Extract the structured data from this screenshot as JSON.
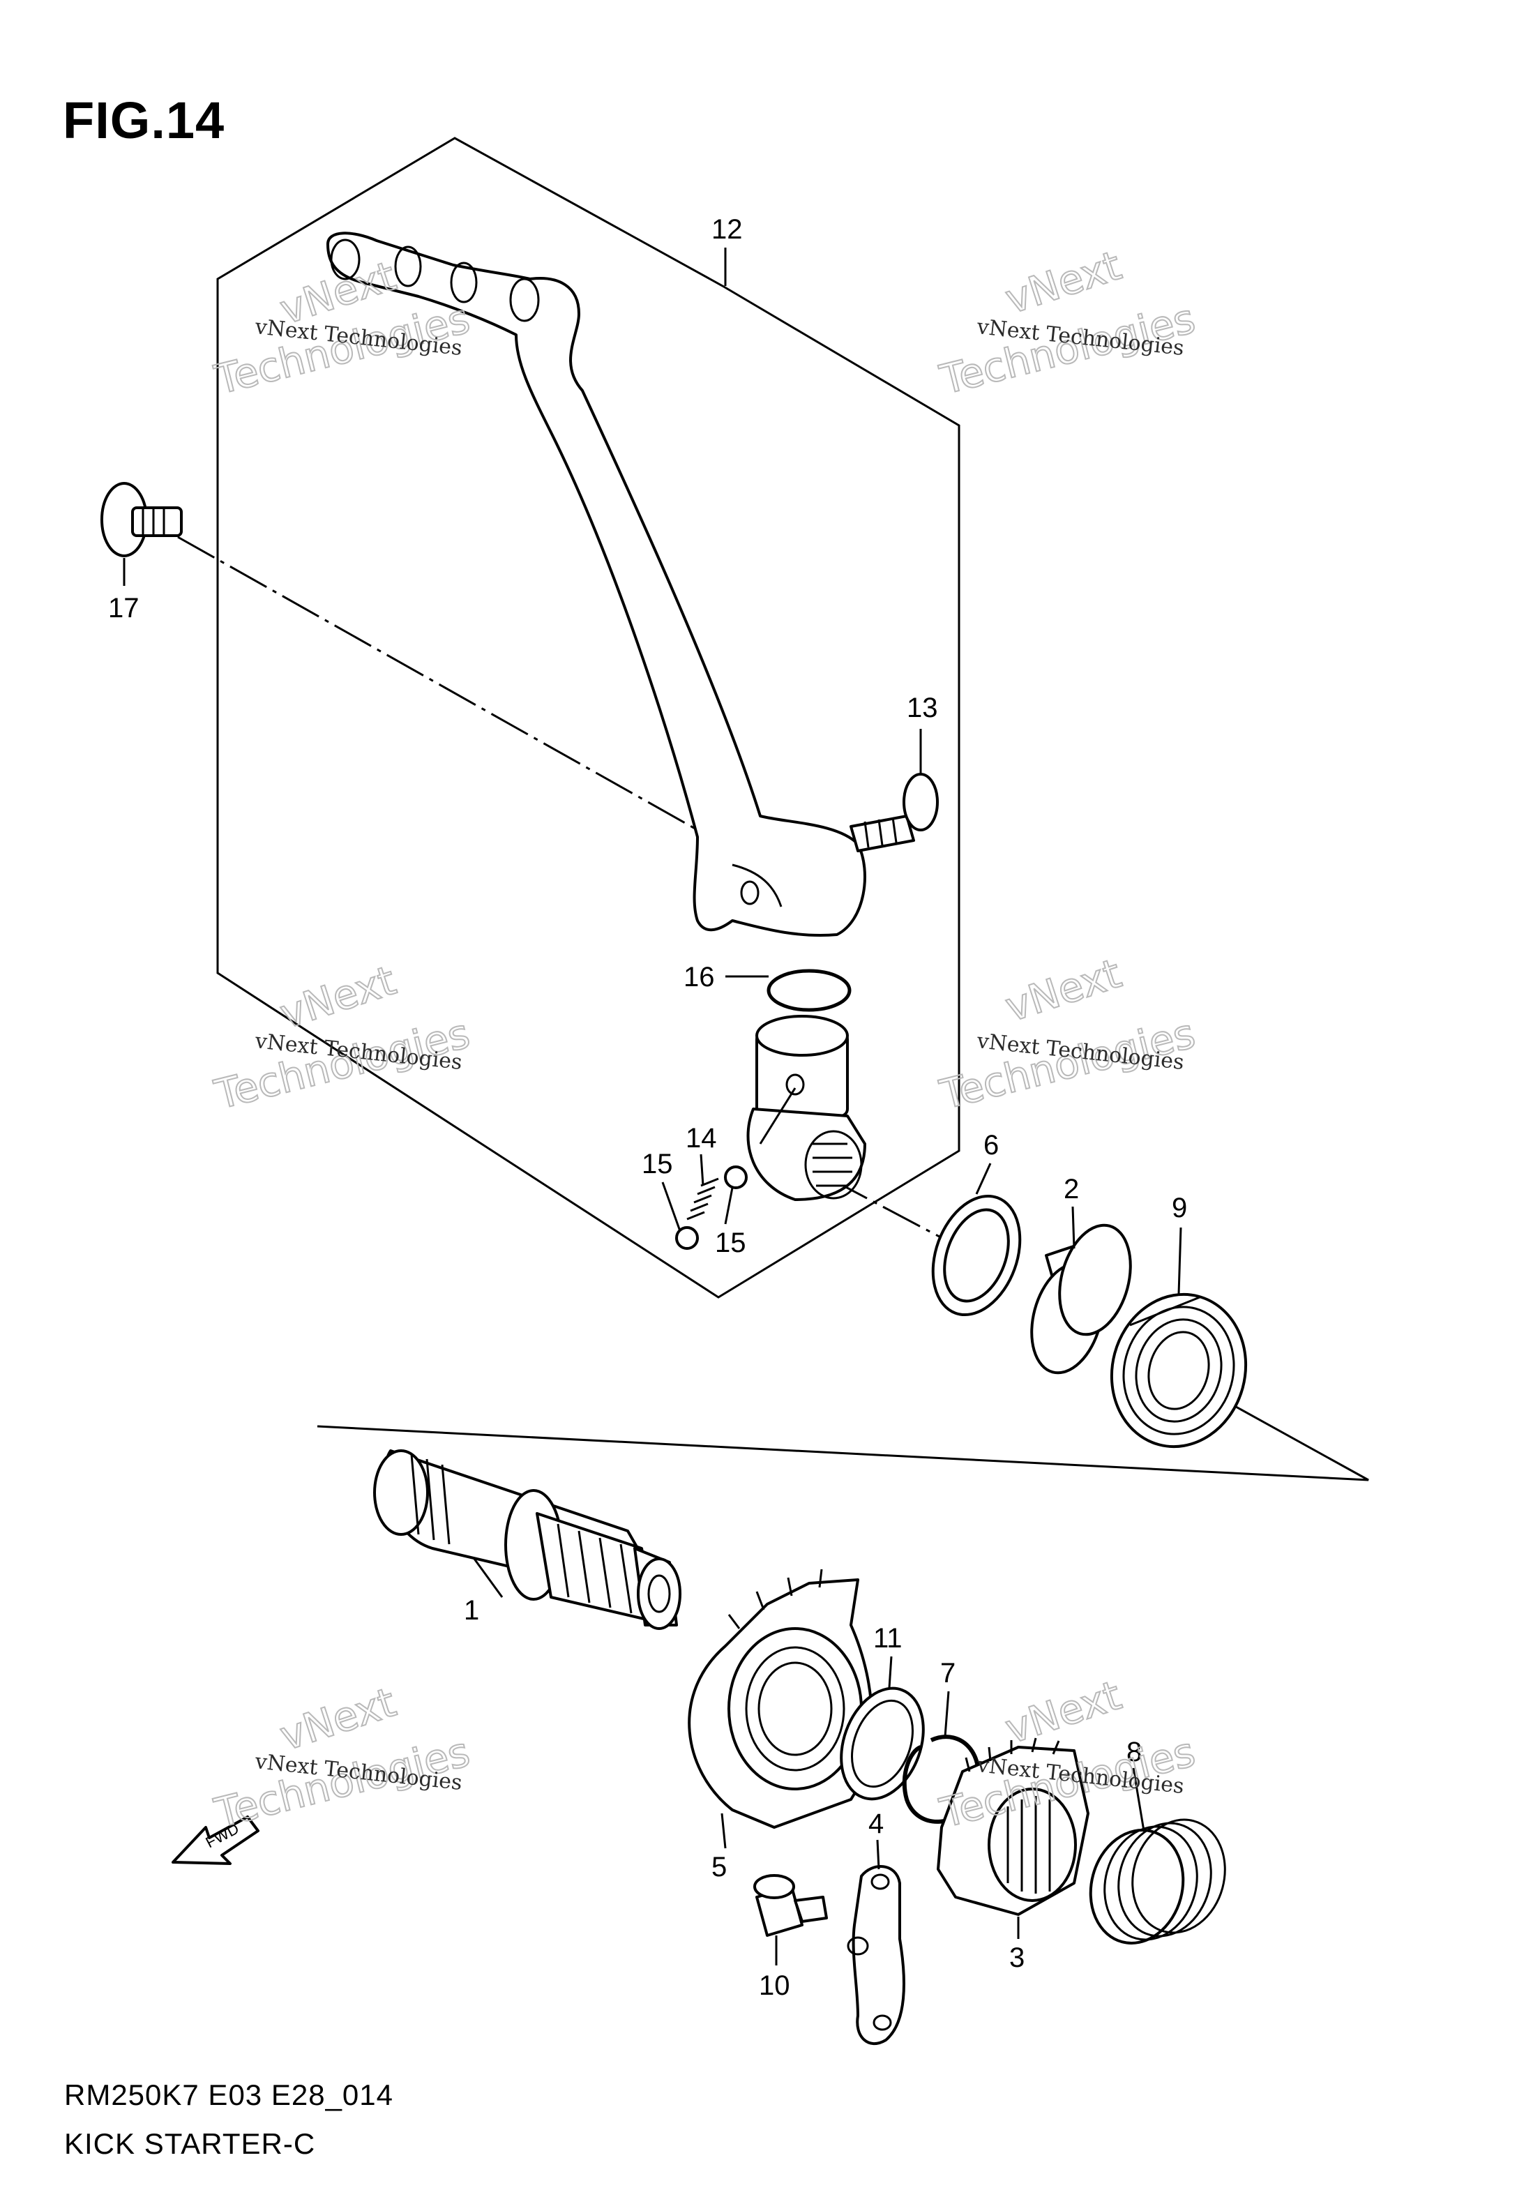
{
  "figure": {
    "title": "FIG.14",
    "code": "RM250K7 E03 E28_014",
    "name": "KICK STARTER-C"
  },
  "watermark": {
    "line1": "vNext Technologies",
    "line2": "vNext",
    "line3": "Technologies"
  },
  "fwd_label": "FWD",
  "parts": [
    {
      "number": "1"
    },
    {
      "number": "2"
    },
    {
      "number": "3"
    },
    {
      "number": "4"
    },
    {
      "number": "5"
    },
    {
      "number": "6"
    },
    {
      "number": "7"
    },
    {
      "number": "8"
    },
    {
      "number": "9"
    },
    {
      "number": "10"
    },
    {
      "number": "11"
    },
    {
      "number": "12"
    },
    {
      "number": "13"
    },
    {
      "number": "14"
    },
    {
      "number": "15"
    },
    {
      "number": "15"
    },
    {
      "number": "16"
    },
    {
      "number": "17"
    }
  ]
}
